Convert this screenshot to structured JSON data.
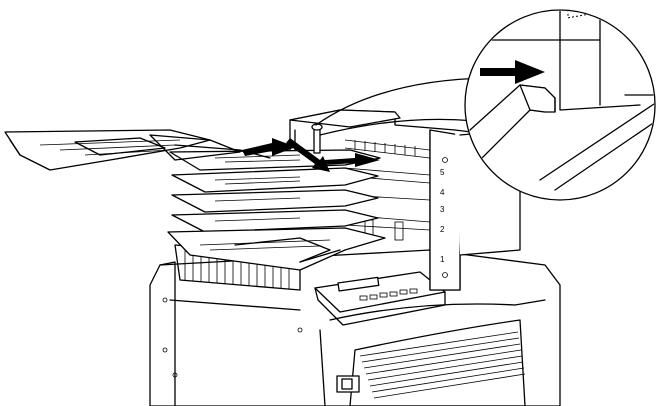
{
  "slot_labels": [
    "5",
    "4",
    "3",
    "2",
    "1"
  ]
}
